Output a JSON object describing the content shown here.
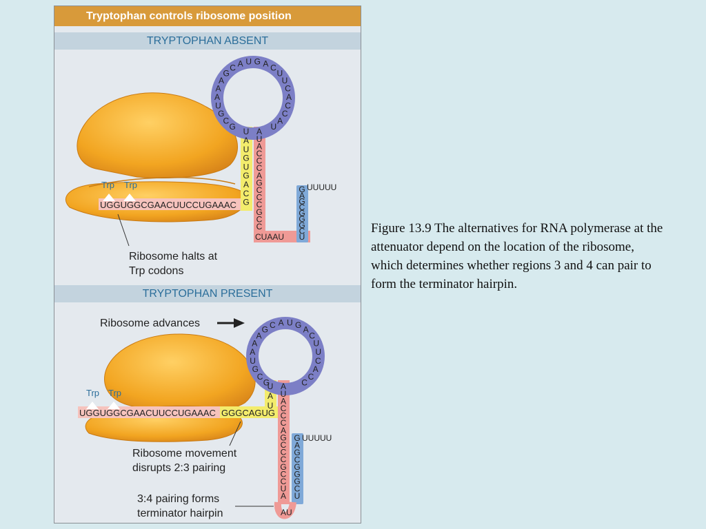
{
  "panel": {
    "title": "Tryptophan controls ribosome position",
    "absent": {
      "heading": "TRYPTOPHAN ABSENT",
      "trp_labels": [
        "Trp",
        "Trp"
      ],
      "leader": "UGGUGGCGAACUUCCUGAAAC",
      "loop": "GCGUAAAGCAUGACUUCACCAU",
      "stem2": "UAUGUGACG",
      "stem3": "AUACCCAGCCCGCC",
      "bottom": "CUAAU",
      "stem4": "GAGCGGGCU",
      "tail": "UUUUU",
      "note_line1": "Ribosome halts at",
      "note_line2": "Trp codons"
    },
    "present": {
      "heading": "TRYPTOPHAN PRESENT",
      "advance_label": "Ribosome advances",
      "trp_labels": [
        "Trp",
        "Trp"
      ],
      "leader": "UGGUGGCGAACUUCCUGAAAC",
      "leader_extra": "GGGCAGUG",
      "loop": "GCGUAAAGCAUGACUUCACC",
      "stem2": "UAU",
      "stem3": "AUACCCAGCCCGCCUA",
      "hairpin_bottom": "AU",
      "stem4": "GAGCGGGCU",
      "tail": "UUUUU",
      "note_a_line1": "Ribosome movement",
      "note_a_line2": "disrupts 2:3 pairing",
      "note_b_line1": "3:4 pairing forms",
      "note_b_line2": "terminator hairpin"
    }
  },
  "caption": "Figure 13.9  The alternatives for RNA polymerase at the attenuator depend on the location of the ribosome, which determines whether regions 3 and 4 can pair to form the terminator hairpin.",
  "colors": {
    "background": "#d7eaee",
    "title_bar": "#d89a3a",
    "section_head": "#c3d3de",
    "section_text": "#2b6e9a",
    "ribosome": "#f2a521",
    "loop": "#7c7fc6",
    "region2": "#f3ec6c",
    "region3": "#ef9a96",
    "region4": "#7fa9d8"
  }
}
